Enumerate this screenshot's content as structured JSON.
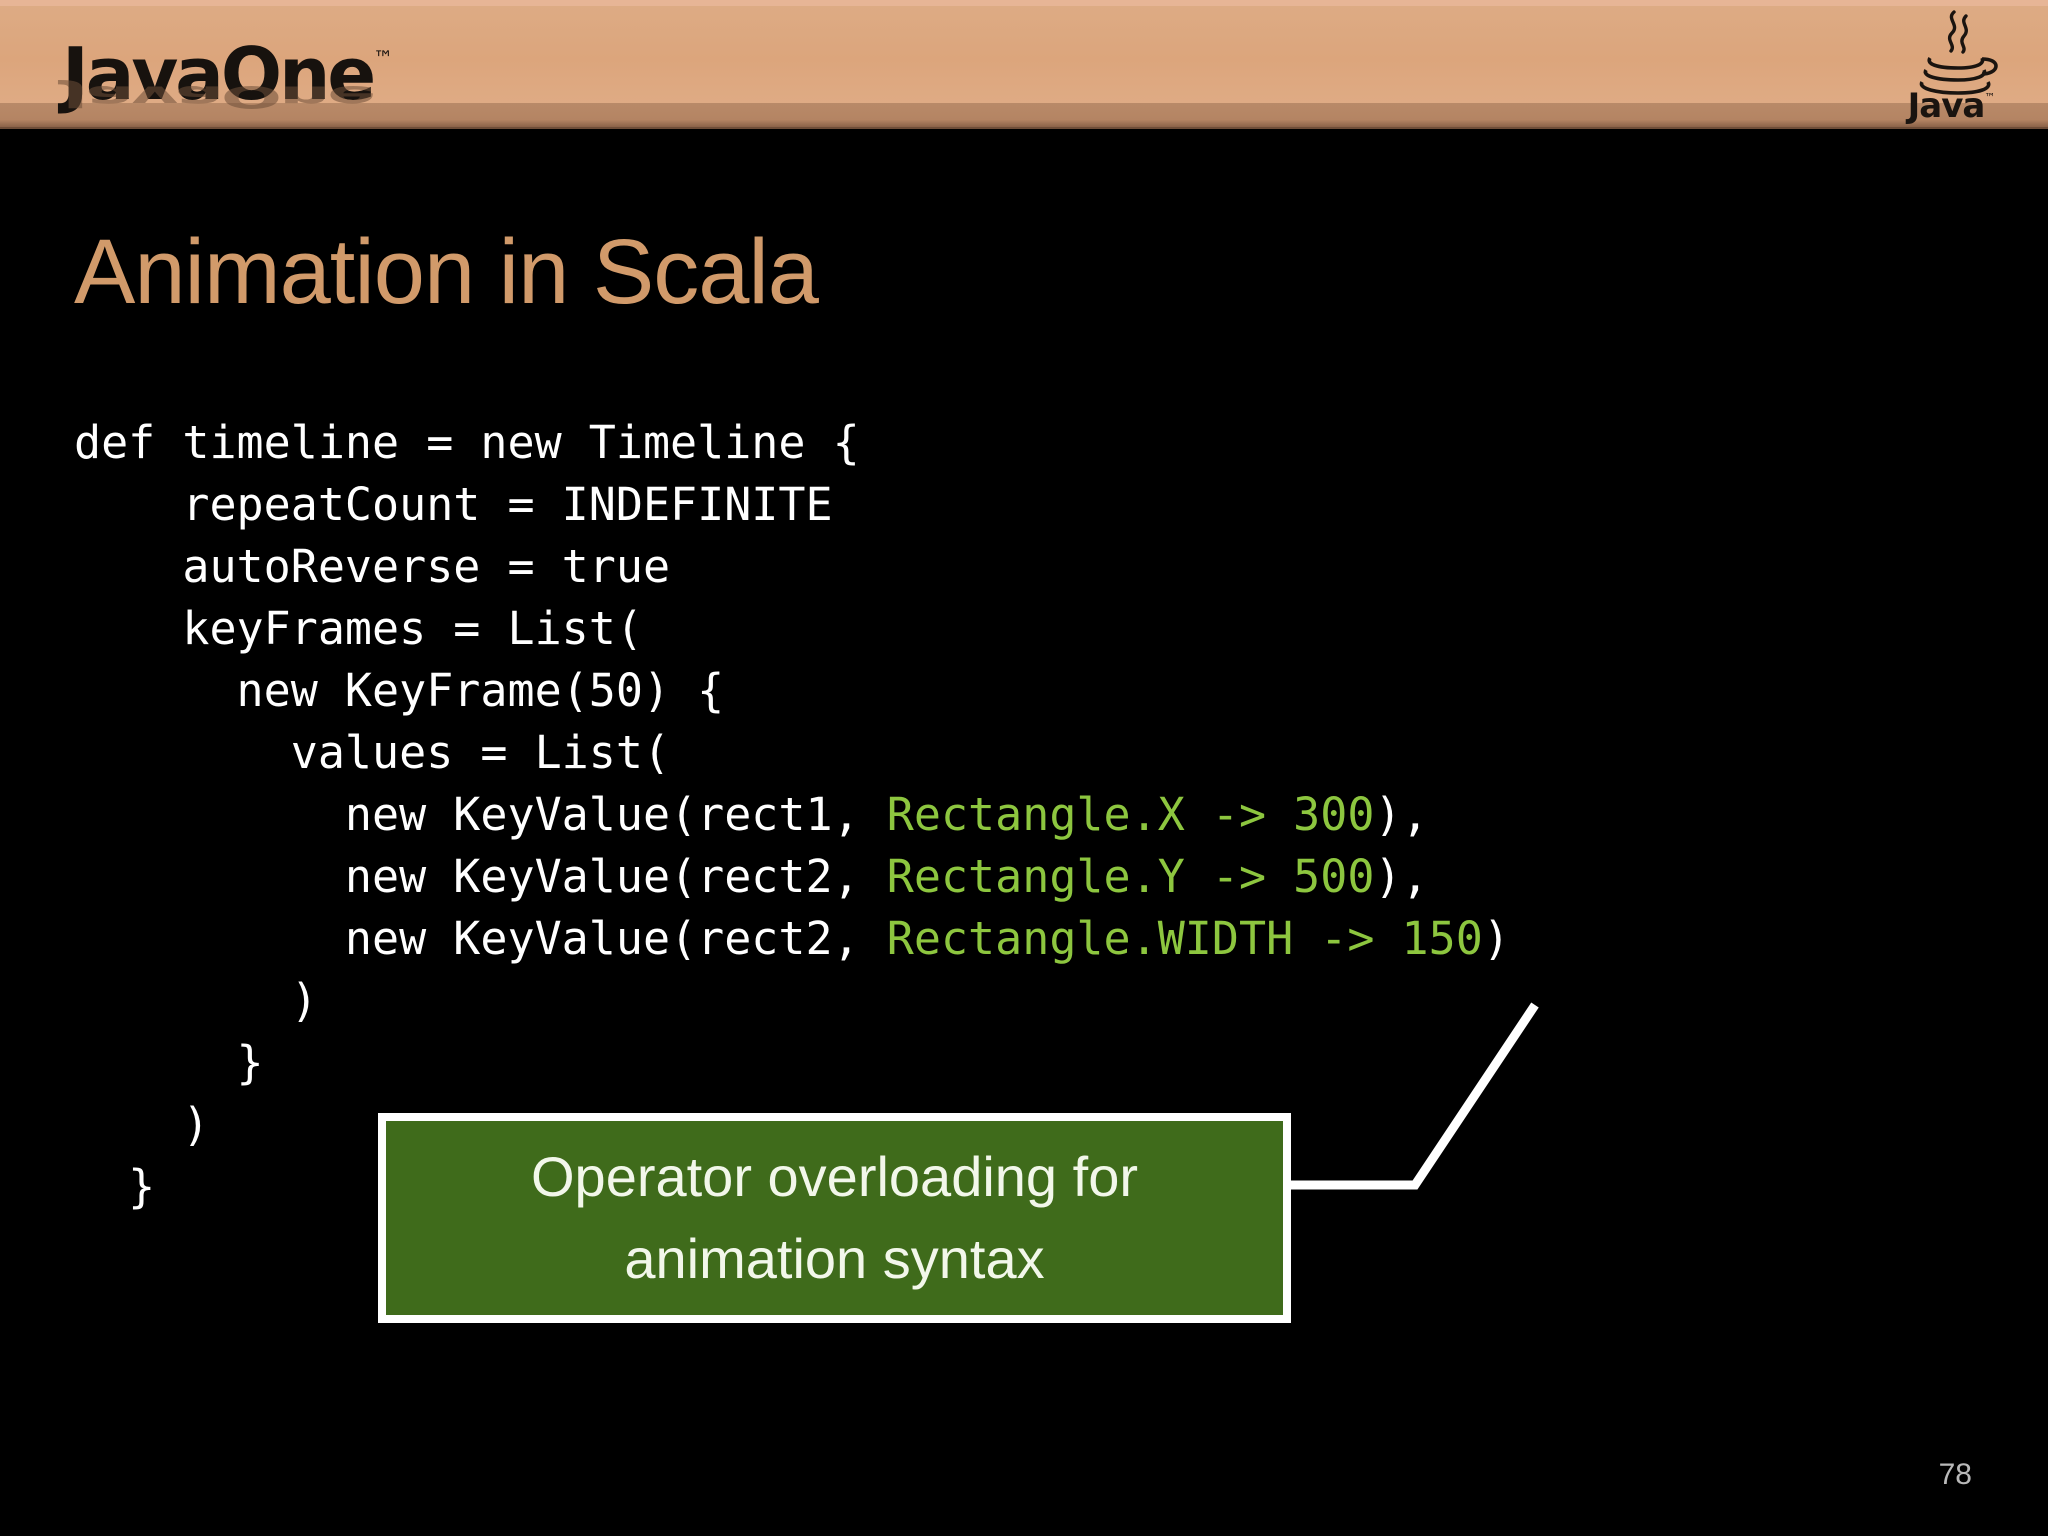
{
  "header": {
    "brand_wordmark": "JavaOne",
    "brand_trademark": "™",
    "java_logo_label": "Java",
    "java_logo_trademark": "™",
    "band_color": "#dca57c",
    "band_reflect_color": "#b98a68"
  },
  "title": {
    "text": "Animation in Scala",
    "color": "#d19a6a"
  },
  "code": {
    "language": "scala",
    "highlight_color": "#8dc63f",
    "text_color": "#ffffff",
    "lines": [
      {
        "plain": "def timeline = new Timeline {",
        "highlight": "",
        "tail": ""
      },
      {
        "plain": "    repeatCount = INDEFINITE",
        "highlight": "",
        "tail": ""
      },
      {
        "plain": "    autoReverse = true",
        "highlight": "",
        "tail": ""
      },
      {
        "plain": "    keyFrames = List(",
        "highlight": "",
        "tail": ""
      },
      {
        "plain": "      new KeyFrame(50) {",
        "highlight": "",
        "tail": ""
      },
      {
        "plain": "        values = List(",
        "highlight": "",
        "tail": ""
      },
      {
        "plain": "          new KeyValue(rect1, ",
        "highlight": "Rectangle.X -> 300",
        "tail": "),"
      },
      {
        "plain": "          new KeyValue(rect2, ",
        "highlight": "Rectangle.Y -> 500",
        "tail": "),"
      },
      {
        "plain": "          new KeyValue(rect2, ",
        "highlight": "Rectangle.WIDTH -> 150",
        "tail": ")"
      },
      {
        "plain": "        )",
        "highlight": "",
        "tail": ""
      },
      {
        "plain": "      }",
        "highlight": "",
        "tail": ""
      },
      {
        "plain": "    )",
        "highlight": "",
        "tail": ""
      },
      {
        "plain": "  }",
        "highlight": "",
        "tail": ""
      }
    ]
  },
  "callout": {
    "text": "Operator overloading for\nanimation syntax",
    "fill_color": "#3f6b1b",
    "border_color": "#ffffff",
    "connector_color": "#ffffff"
  },
  "footer": {
    "page_number": "78"
  }
}
